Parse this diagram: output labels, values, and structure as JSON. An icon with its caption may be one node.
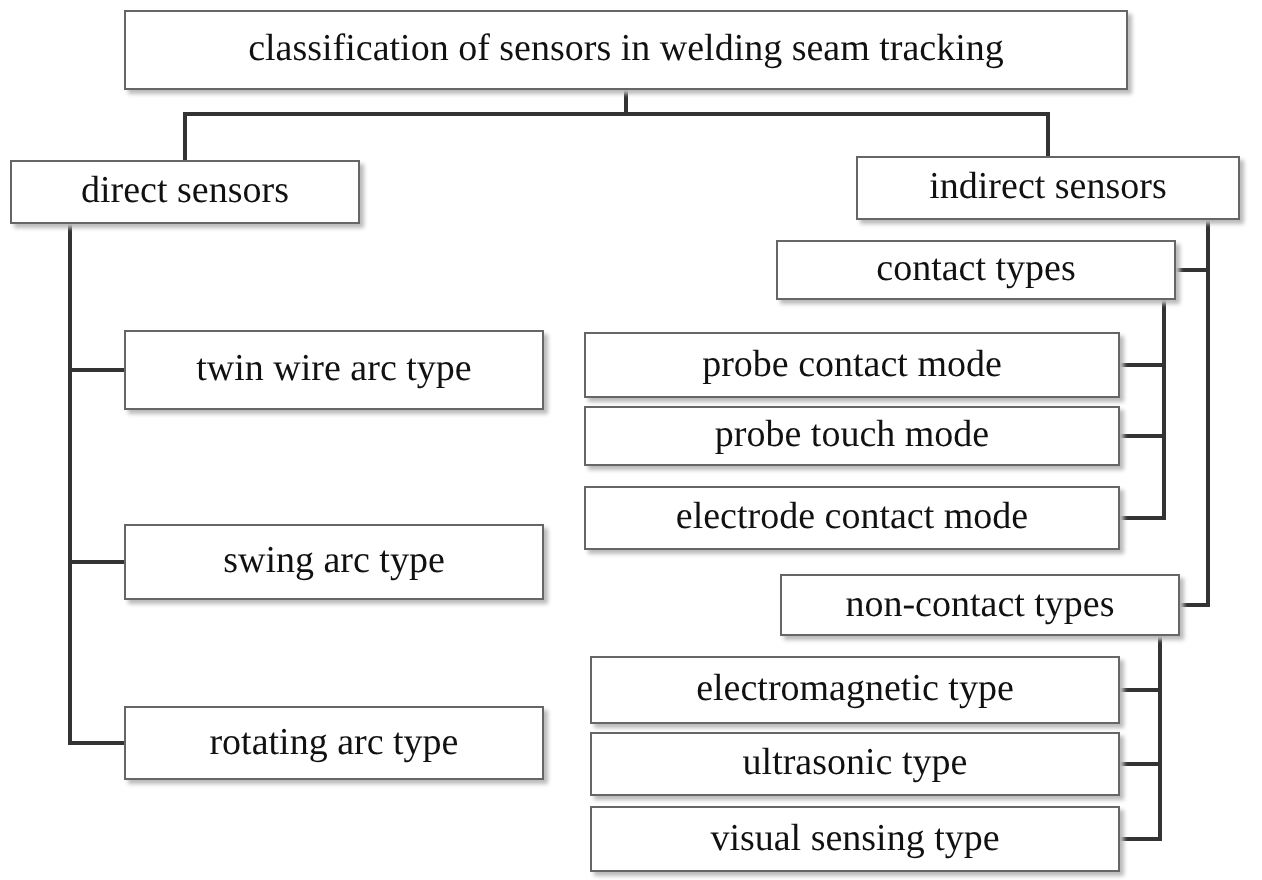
{
  "diagram": {
    "nodes": [
      {
        "text": [
          "classification of sensors in welding seam tracking"
        ]
      },
      {
        "text": [
          "direct sensors"
        ]
      },
      {
        "text": [
          "indirect sensors"
        ]
      },
      {
        "text": [
          "twin wire arc type"
        ]
      },
      {
        "text": [
          "swing arc type"
        ]
      },
      {
        "text": [
          "rotating arc type"
        ]
      },
      {
        "text": [
          "contact types"
        ]
      },
      {
        "text": [
          "probe contact mode"
        ]
      },
      {
        "text": [
          "probe touch mode"
        ]
      },
      {
        "text": [
          "electrode contact mode"
        ]
      },
      {
        "text": [
          "non-contact types"
        ]
      },
      {
        "text": [
          "electromagnetic type"
        ]
      },
      {
        "text": [
          "ultrasonic type"
        ]
      },
      {
        "text": [
          "visual sensing type"
        ]
      }
    ],
    "edges": [
      {
        "from": 0,
        "to": 1,
        "arrow": "none"
      },
      {
        "from": 0,
        "to": 2,
        "arrow": "none"
      },
      {
        "from": 1,
        "to": 3,
        "arrow": "none"
      },
      {
        "from": 1,
        "to": 4,
        "arrow": "none"
      },
      {
        "from": 1,
        "to": 5,
        "arrow": "none"
      },
      {
        "from": 2,
        "to": 6,
        "arrow": "none"
      },
      {
        "from": 2,
        "to": 10,
        "arrow": "none"
      },
      {
        "from": 6,
        "to": 7,
        "arrow": "none"
      },
      {
        "from": 6,
        "to": 8,
        "arrow": "none"
      },
      {
        "from": 6,
        "to": 9,
        "arrow": "none"
      },
      {
        "from": 10,
        "to": 11,
        "arrow": "none"
      },
      {
        "from": 10,
        "to": 12,
        "arrow": "none"
      },
      {
        "from": 10,
        "to": 13,
        "arrow": "none"
      }
    ]
  }
}
